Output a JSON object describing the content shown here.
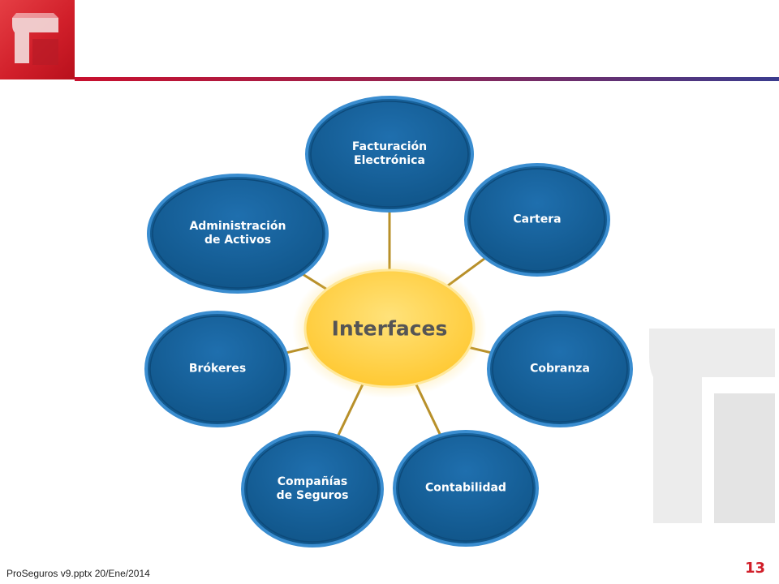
{
  "diagram": {
    "center": {
      "label": "Interfaces"
    },
    "nodes": [
      {
        "id": "facturacion",
        "label": "Facturación\nElectrónica"
      },
      {
        "id": "cartera",
        "label": "Cartera"
      },
      {
        "id": "cobranza",
        "label": "Cobranza"
      },
      {
        "id": "contabilidad",
        "label": "Contabilidad"
      },
      {
        "id": "companias",
        "label": "Compañías\nde Seguros"
      },
      {
        "id": "brokeres",
        "label": "Brókeres"
      },
      {
        "id": "activos",
        "label": "Administración\nde Activos"
      }
    ]
  },
  "colors": {
    "node_fill": "#1a64a0",
    "node_ring": "#3a8dd0",
    "center_fill": "#ffd24a",
    "connector": "#b8902a",
    "brand_red": "#d11f2a"
  },
  "footer": {
    "file_label": "ProSeguros v9.pptx 20/Ene/2014"
  },
  "page": {
    "number": "13"
  },
  "brand": {
    "logo_icon": "brand-logo-icon"
  }
}
